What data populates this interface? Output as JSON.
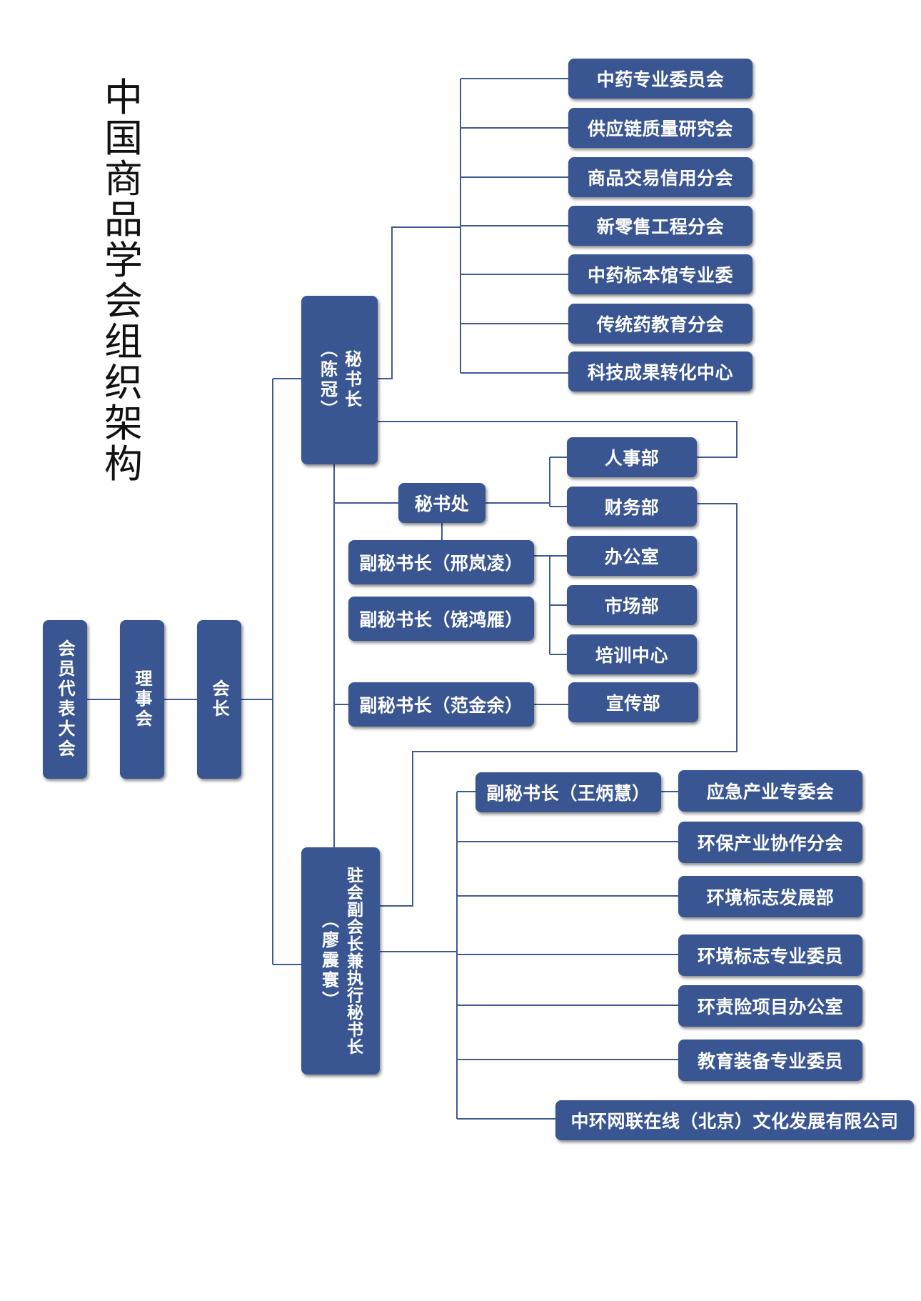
{
  "title": "中国商品学会组织架构",
  "left_chain": {
    "member_congress": "会员代表大会",
    "council": "理事会",
    "president": "会长"
  },
  "secretary_general": {
    "role": "秘书长",
    "name": "（陈冠）"
  },
  "sg_committees": [
    "中药专业委员会",
    "供应链质量研究会",
    "商品交易信用分会",
    "新零售工程分会",
    "中药标本馆专业委",
    "传统药教育分会",
    "科技成果转化中心"
  ],
  "secretariat": "秘书处",
  "deputy_secretaries": {
    "xing": "副秘书长（邢岚凌）",
    "rao": "副秘书长（饶鸿雁）",
    "fan": "副秘书长（范金余）",
    "wang": "副秘书长（王炳慧）"
  },
  "departments": {
    "hr": "人事部",
    "finance": "财务部",
    "office": "办公室",
    "market": "市场部",
    "training": "培训中心",
    "publicity": "宣传部"
  },
  "executive": {
    "role": "驻会副会长兼执行秘书长",
    "name": "（廖震寰）"
  },
  "exec_units": [
    "应急产业专委会",
    "环保产业协作分会",
    "环境标志发展部",
    "环境标志专业委员",
    "环责险项目办公室",
    "教育装备专业委员",
    "中环网联在线（北京）文化发展有限公司"
  ],
  "colors": {
    "box": "#3a5692",
    "line": "#3f5a93",
    "text": "#ffffff"
  }
}
